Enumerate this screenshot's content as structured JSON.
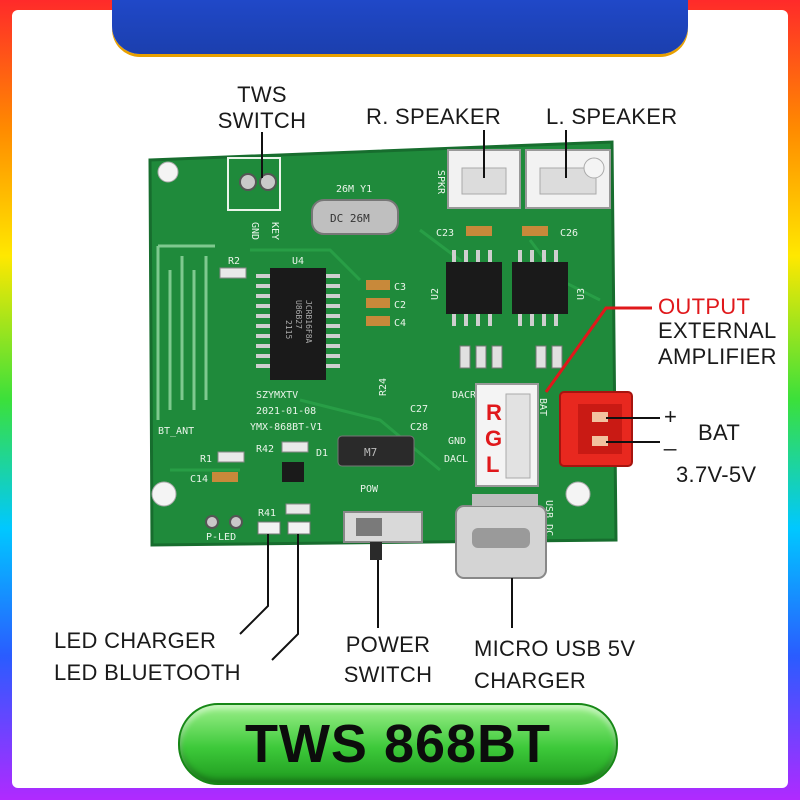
{
  "labels": {
    "tws_switch_line1": "TWS",
    "tws_switch_line2": "SWITCH",
    "r_speaker": "R. SPEAKER",
    "l_speaker": "L. SPEAKER",
    "output": "OUTPUT",
    "external": "EXTERNAL",
    "amplifier": "AMPLIFIER",
    "plus": "+",
    "minus": "_",
    "bat": "BAT",
    "bat_voltage": "3.7V-5V",
    "led_charger": "LED CHARGER",
    "led_bluetooth": "LED BLUETOOTH",
    "power_switch_line1": "POWER",
    "power_switch_line2": "SWITCH",
    "micro_usb_line1": "MICRO USB 5V",
    "micro_usb_line2": "CHARGER"
  },
  "title": "TWS 868BT",
  "pcb": {
    "gnd": "GND",
    "key": "KEY",
    "crystal": "DC 26M",
    "crystal_ref": "26M  Y1",
    "spkr": "SPKR",
    "u4": "U4",
    "ic_text1": "JCRB16F8A",
    "ic_text2": "U86B27",
    "ic_text3": "2115",
    "brand": "SZYMXTV",
    "date": "2021-01-08",
    "model": "YMX-868BT-V1",
    "antenna": "BT_ANT",
    "r2": "R2",
    "c3": "C3",
    "c2": "C2",
    "c4": "C4",
    "c23": "C23",
    "c26": "C26",
    "u2": "U2",
    "u3": "U3",
    "r24": "R24",
    "r42": "R42",
    "r1": "R1",
    "c14": "C14",
    "d1": "D1",
    "r41": "R41",
    "pled": "P-LED",
    "pow": "POW",
    "usb_dc": "USB_DC",
    "dacr": "DACR",
    "dacl": "DACL",
    "c27": "C27",
    "c28": "C28",
    "bat_silk": "BAT",
    "diode": "M7",
    "rgl": [
      "R",
      "G",
      "L"
    ]
  },
  "colors": {
    "pcb_green": "#1f8a3b",
    "label_red": "#e0181b",
    "title_green": "#3dc93a"
  }
}
